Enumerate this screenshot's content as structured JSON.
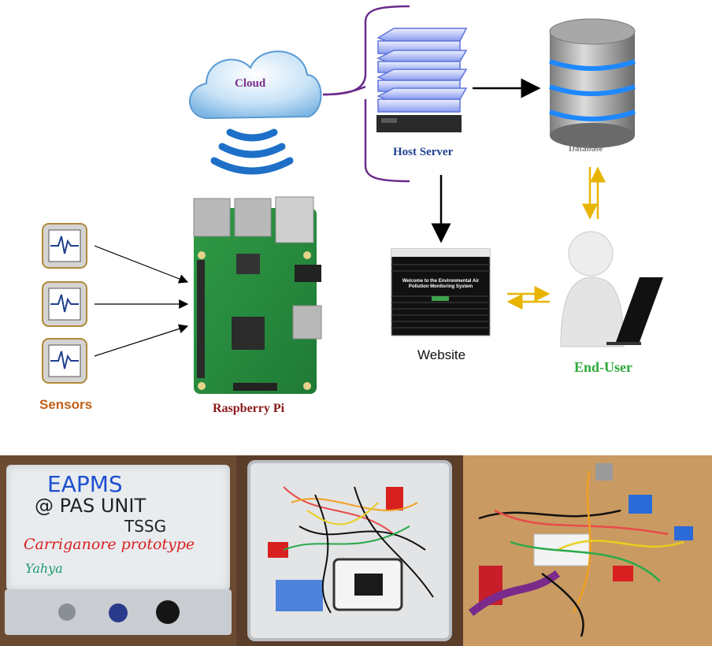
{
  "labels": {
    "cloud": "Cloud",
    "host_server": "Host Server",
    "database": "Database",
    "website": "Website",
    "end_user": "End-User",
    "raspberry_pi": "Raspberry Pi",
    "sensors": "Sensors"
  },
  "website_screen": {
    "heading": "Welcome to the Environmental Air Pollution Monitoring System"
  },
  "photos": {
    "box_lid_lines": [
      "EAPMS",
      "@ PAS UNIT",
      "TSSG",
      "Carriganore prototype",
      "Yahya"
    ]
  },
  "colors": {
    "cloud_label": "#7a2e8c",
    "host_server_label": "#1f3f8f",
    "database_label": "#7f7f7f",
    "end_user_label": "#2eaa3c",
    "raspberry_pi_label": "#8b1a1a",
    "sensors_label": "#c0601a",
    "bracket": "#6a2a8a",
    "bidirectional_arrows": "#e8b400"
  }
}
